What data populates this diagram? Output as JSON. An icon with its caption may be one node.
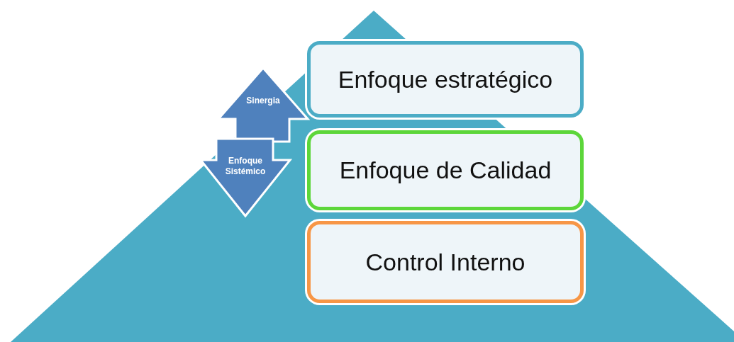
{
  "diagram": {
    "nodes": [
      {
        "text": [
          "Sinergia"
        ]
      },
      {
        "text": [
          "Enfoque Sistémico"
        ]
      },
      {
        "text": [
          "Enfoque estratégico"
        ]
      },
      {
        "text": [
          "Enfoque de Calidad"
        ]
      },
      {
        "text": [
          "Control Interno"
        ]
      }
    ]
  }
}
